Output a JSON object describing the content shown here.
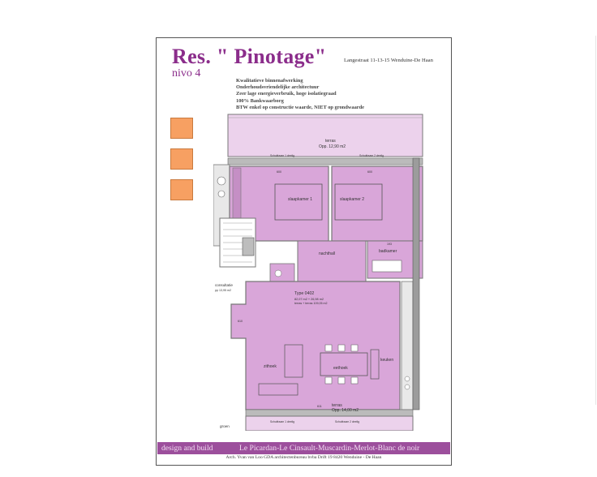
{
  "sheet": {
    "title": "Res. \" Pinotage\"",
    "address": "Langestraat 11-13-15  Wenduine-De Haan",
    "level": "nivo  4",
    "features": [
      "Kwalitatieve  binnenafwerking",
      "Onderhoudsvriendelijke architectuur",
      "Zeer lage energieverbruik, hoge isolatiegraad",
      "100% Bankwaarborg",
      "BTW enkel op constructie waarde, NIET op grondwaarde"
    ],
    "swatch_color": "#f7a062",
    "accent_color": "#8b2d8b"
  },
  "plan": {
    "rooms": {
      "terras_top": "terras",
      "terras_top_area": "Opp. 12,90 m2",
      "slaapkamer_1": "slaapkamer 1",
      "slaapkamer_2": "slaapkamer 2",
      "nachthall": "nachthall",
      "badkamer": "badkamer",
      "type_name": "Type 0402",
      "type_area_1": "82,07 m2 + 26,98 m2",
      "type_area_2": "terras + terras 109,05 m2",
      "zithoek": "zithoek",
      "eethoek": "eethoek",
      "keuken": "keuken",
      "terras_bottom": "terras",
      "terras_bottom_area": "Opp. 14,00 m2",
      "groen": "groen",
      "consultatie": "consultatie",
      "pp": "pp 13,95 m2"
    },
    "notes": {
      "schuifraam_1": "Schuifraam 1 deelig",
      "schuifraam_2": "Schuifraam 2 deelig",
      "schuifraam_3": "Schuifraam 1 deelig",
      "schuifraam_4": "Schuifraam 2 deelig",
      "dim_top_1": "600",
      "dim_top_2": "600",
      "dim_mid": "193",
      "dim_bottom": "611",
      "dim_left": "610"
    },
    "colors": {
      "room_fill": "#d9a6d9",
      "terrace_fill": "#ecd2ec",
      "wall": "#777777"
    }
  },
  "band": {
    "left": "design and build",
    "projects": [
      "Le Picardan",
      "Le Cinsault",
      "Muscardin",
      "Merlot",
      "Blanc de noir"
    ],
    "separator": " - "
  },
  "footer": "Arch. Yvan van Loo     GDA architectenbureau bvba     Drift 19  8420 Wenduine - De Haan"
}
